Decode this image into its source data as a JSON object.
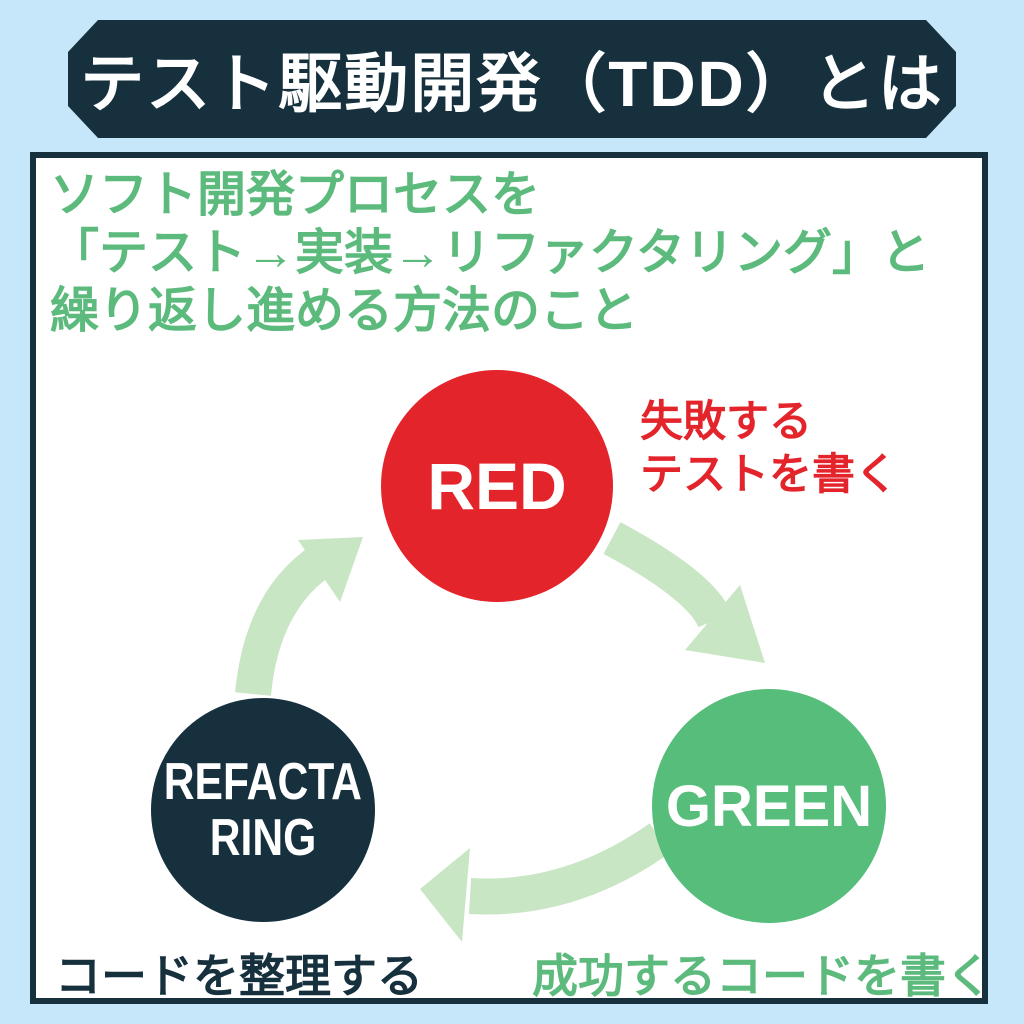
{
  "banner": {
    "title": "テスト駆動開発（TDD）とは"
  },
  "intro": {
    "line1": "ソフト開発プロセスを",
    "line2": "「テスト→実装→リファクタリング」と",
    "line3": "繰り返し進める方法のこと"
  },
  "cycle": {
    "red": {
      "label": "RED",
      "caption_line1": "失敗する",
      "caption_line2": "テストを書く"
    },
    "green": {
      "label": "GREEN",
      "caption": "成功するコードを書く"
    },
    "refactoring": {
      "label_line1": "REFACTA",
      "label_line2": "RING",
      "caption": "コードを整理する"
    }
  },
  "colors": {
    "background": "#c6e7f9",
    "banner_bg": "#16303e",
    "banner_text": "#ffffff",
    "box_border": "#16303e",
    "box_bg": "#ffffff",
    "intro_text": "#5cba7d",
    "red_node": "#e3242b",
    "green_node": "#57bd7b",
    "dark_node": "#16303e",
    "arrow": "#c9e6c4"
  }
}
